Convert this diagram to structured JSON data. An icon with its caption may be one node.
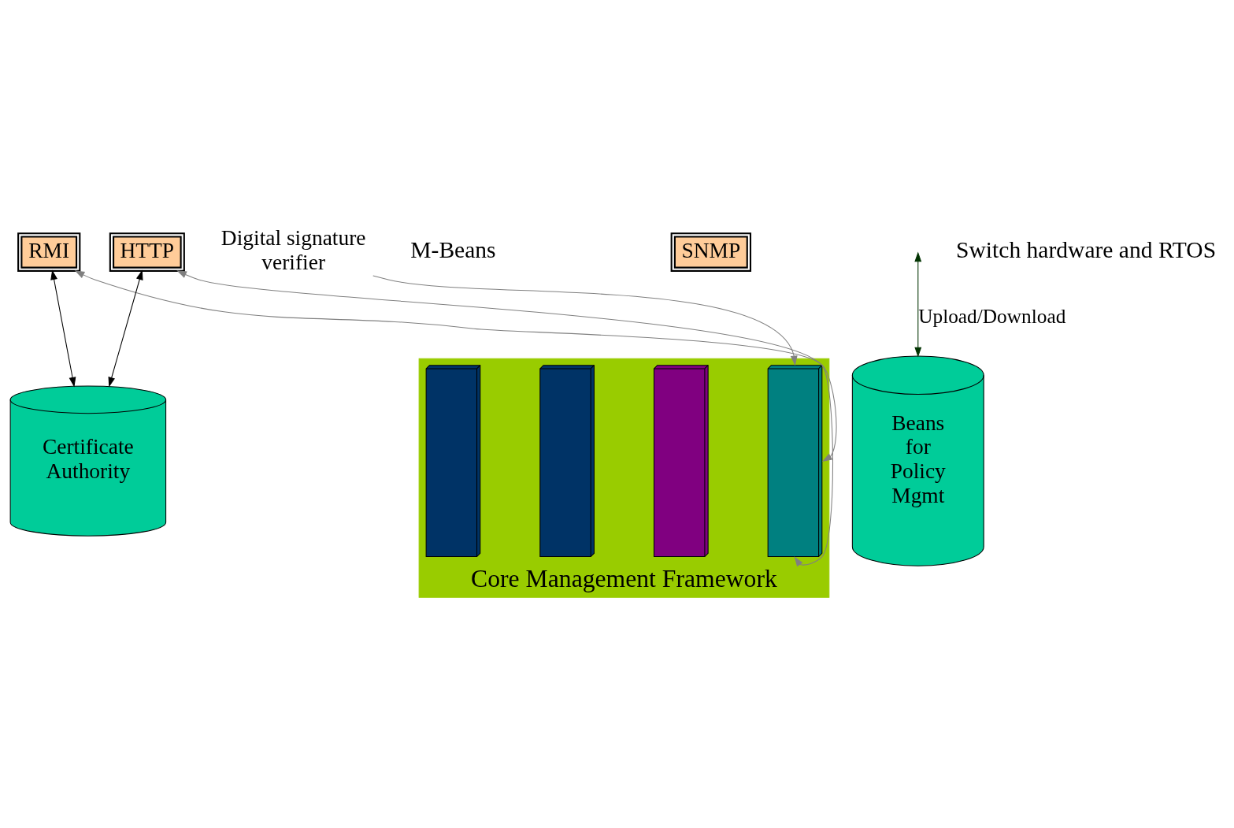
{
  "diagram": {
    "nodes": [
      {
        "text": [
          "Core Management Framework"
        ]
      },
      {
        "text": [],
        "shape": "bar",
        "in": 0
      },
      {
        "text": [],
        "shape": "bar",
        "in": 0
      },
      {
        "text": [],
        "shape": "bar",
        "in": 0
      },
      {
        "text": [],
        "shape": "bar",
        "in": 0
      },
      {
        "text": [
          "RMI"
        ]
      },
      {
        "text": [
          "HTTP"
        ]
      },
      {
        "text": [
          "SNMP"
        ]
      },
      {
        "text": [
          "Beans for Policy Mgmt"
        ]
      },
      {
        "text": [
          "Certificate Authority"
        ]
      },
      {
        "text": [
          "Digital signature verifier"
        ]
      }
    ],
    "edges": [
      {
        "from": null,
        "to": 8,
        "arrow": "both",
        "label": "Upload/Download",
        "color": "#003300"
      },
      {
        "from": 10,
        "to": 4,
        "arrow": "to"
      },
      {
        "from": 4,
        "to": 5,
        "arrow": "both"
      },
      {
        "from": 4,
        "to": 6,
        "arrow": "both"
      },
      {
        "from": 5,
        "to": 9,
        "arrow": "both",
        "color": "#000000"
      },
      {
        "from": 6,
        "to": 9,
        "arrow": "both",
        "color": "#000000"
      }
    ],
    "labels": [
      "M-Beans",
      "Switch hardware and RTOS"
    ]
  }
}
